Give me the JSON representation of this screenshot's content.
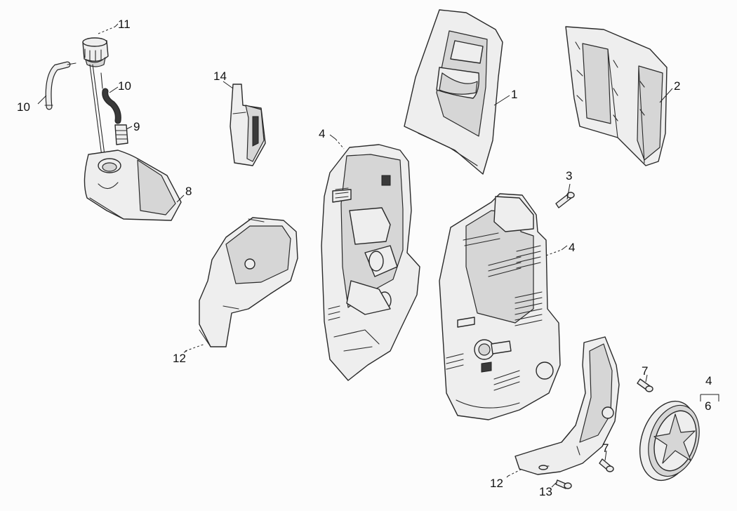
{
  "diagram": {
    "type": "exploded-parts-view",
    "colors": {
      "part_fill": "#eeeeee",
      "part_shade": "#d6d6d6",
      "line": "#2a2a2a",
      "background": "#fcfcfc"
    },
    "callouts": [
      {
        "id": "c1",
        "text": "1"
      },
      {
        "id": "c2",
        "text": "2"
      },
      {
        "id": "c3",
        "text": "3"
      },
      {
        "id": "c4a",
        "text": "4"
      },
      {
        "id": "c4b",
        "text": "4"
      },
      {
        "id": "c4c",
        "text": "4"
      },
      {
        "id": "c6",
        "text": "6"
      },
      {
        "id": "c7a",
        "text": "7"
      },
      {
        "id": "c7b",
        "text": "7"
      },
      {
        "id": "c8",
        "text": "8"
      },
      {
        "id": "c9",
        "text": "9"
      },
      {
        "id": "c10a",
        "text": "10"
      },
      {
        "id": "c10b",
        "text": "10"
      },
      {
        "id": "c11",
        "text": "11"
      },
      {
        "id": "c12a",
        "text": "12"
      },
      {
        "id": "c12b",
        "text": "12"
      },
      {
        "id": "c13",
        "text": "13"
      },
      {
        "id": "c14",
        "text": "14"
      }
    ]
  }
}
